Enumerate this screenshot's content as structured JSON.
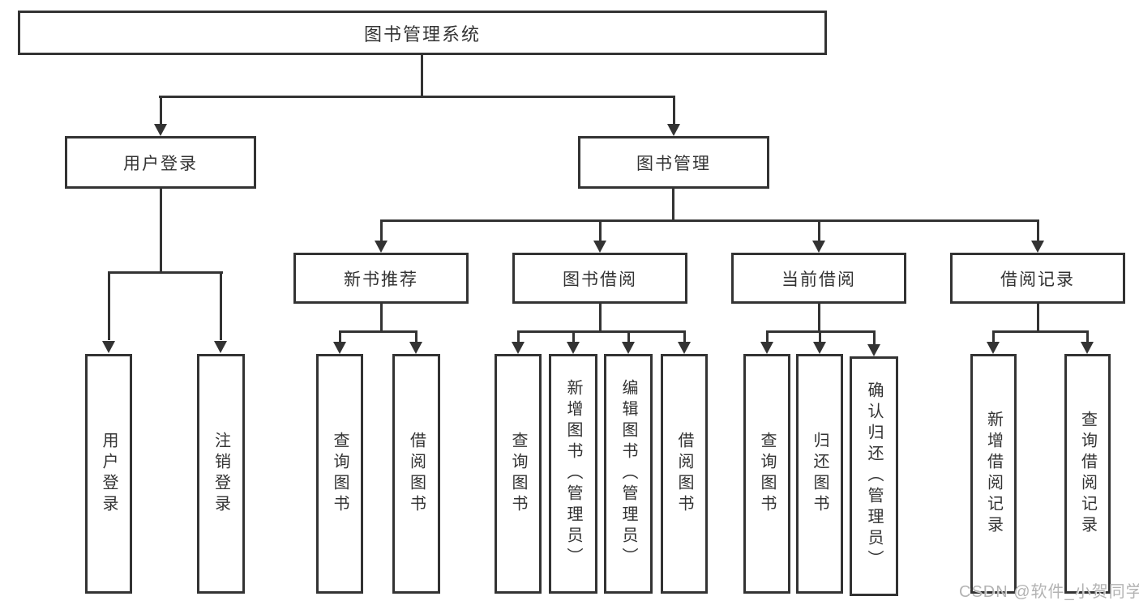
{
  "tree": {
    "label": "图书管理系统",
    "children": [
      {
        "label": "用户登录",
        "children": [
          {
            "label": "用户登录"
          },
          {
            "label": "注销登录"
          }
        ]
      },
      {
        "label": "图书管理",
        "children": [
          {
            "label": "新书推荐",
            "children": [
              {
                "label": "查询图书"
              },
              {
                "label": "借阅图书"
              }
            ]
          },
          {
            "label": "图书借阅",
            "children": [
              {
                "label": "查询图书"
              },
              {
                "label": "新增图书（管理员）"
              },
              {
                "label": "编辑图书（管理员）"
              },
              {
                "label": "借阅图书"
              }
            ]
          },
          {
            "label": "当前借阅",
            "children": [
              {
                "label": "查询图书"
              },
              {
                "label": "归还图书"
              },
              {
                "label": "确认归还（管理员）"
              }
            ]
          },
          {
            "label": "借阅记录",
            "children": [
              {
                "label": "新增借阅记录"
              },
              {
                "label": "查询借阅记录"
              }
            ]
          }
        ]
      }
    ]
  },
  "watermark": "CSDN @软件_小贺同学",
  "colors": {
    "line": "#333333",
    "text": "#333333",
    "background": "#ffffff",
    "watermark": "#b3b3b3"
  }
}
